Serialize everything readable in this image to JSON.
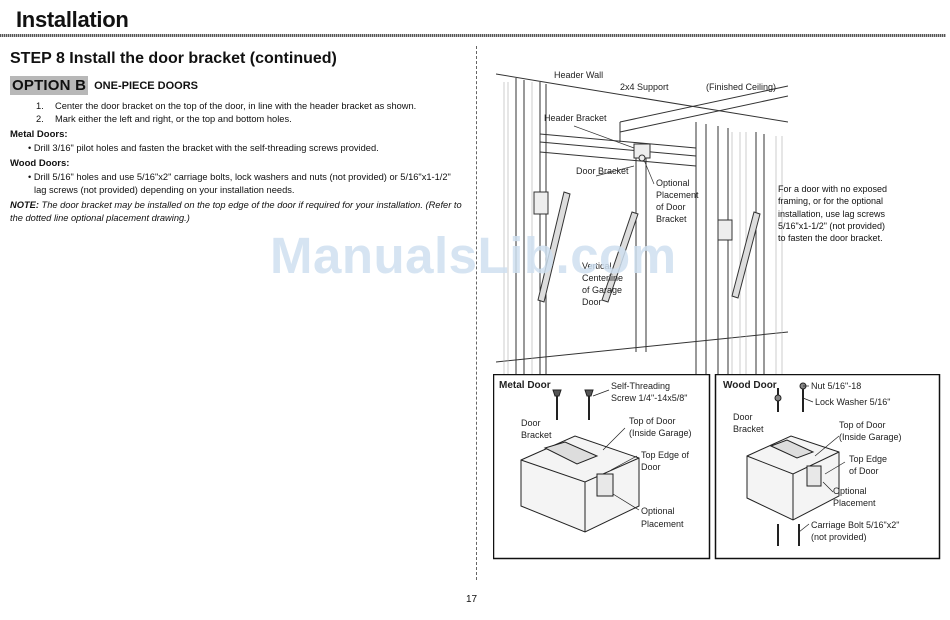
{
  "header": {
    "title": "Installation"
  },
  "left": {
    "step_title": "STEP 8 Install the door bracket (continued)",
    "option_badge": "OPTION B",
    "option_name": "ONE-PIECE DOORS",
    "steps": [
      {
        "num": "1.",
        "text": "Center the door bracket on the top of the door, in line with the header bracket as shown."
      },
      {
        "num": "2.",
        "text": "Mark either the left and right, or the top and bottom holes."
      }
    ],
    "metal_heading": "Metal Doors:",
    "metal_text": "• Drill 3/16\" pilot holes and fasten the bracket with the self-threading screws provided.",
    "wood_heading": "Wood Doors:",
    "wood_text": "• Drill 5/16\" holes and use 5/16\"x2\" carriage bolts, lock washers and nuts (not provided) or 5/16\"x1-1/2\" lag screws (not provided) depending on your installation needs.",
    "note_label": "NOTE:",
    "note_text": "The door bracket may be installed on the top edge of the door if required for your installation. (Refer to the dotted line optional placement drawing.)"
  },
  "figure": {
    "labels": {
      "header_wall": "Header Wall",
      "support": "2x4 Support",
      "ceiling": "(Finished Ceiling)",
      "header_bracket": "Header Bracket",
      "door_bracket": "Door Bracket",
      "optional_placement": [
        "Optional",
        "Placement",
        "of Door",
        "Bracket"
      ],
      "centerline": [
        "Vertical",
        "Centerline",
        "of Garage",
        "Door"
      ],
      "side_note": [
        "For a door with no exposed",
        "framing, or for the optional",
        "installation, use lag screws",
        "5/16\"x1-1/2\" (not provided)",
        "to fasten the door bracket."
      ]
    }
  },
  "metal_panel": {
    "title": "Metal Door",
    "screw": [
      "Self-Threading",
      "Screw 1/4\"-14x5/8\""
    ],
    "bracket": [
      "Door",
      "Bracket"
    ],
    "top_of_door": [
      "Top of Door",
      "(Inside Garage)"
    ],
    "top_edge": [
      "Top Edge of",
      "Door"
    ],
    "optional": [
      "Optional",
      "Placement"
    ]
  },
  "wood_panel": {
    "title": "Wood Door",
    "nut": "Nut 5/16\"-18",
    "washer": "Lock Washer 5/16\"",
    "bracket": [
      "Door",
      "Bracket"
    ],
    "top_of_door": [
      "Top of Door",
      "(Inside Garage)"
    ],
    "top_edge": [
      "Top Edge",
      "of Door"
    ],
    "optional": [
      "Optional",
      "Placement"
    ],
    "bolt": [
      "Carriage Bolt 5/16\"x2\"",
      "(not provided)"
    ]
  },
  "watermark": "ManualsLib.com",
  "page_number": "17"
}
